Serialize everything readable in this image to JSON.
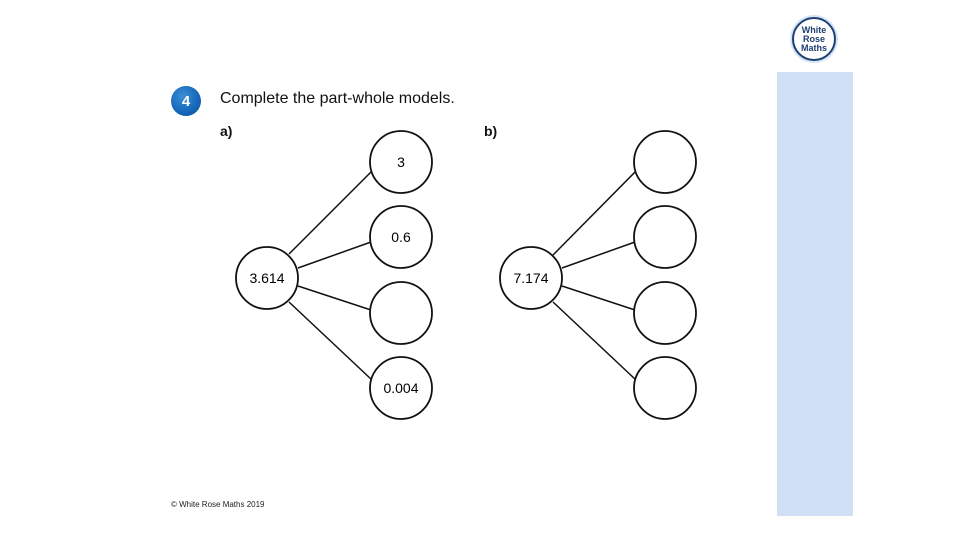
{
  "brand": {
    "logo_lines": [
      "White",
      "Rose",
      "Maths"
    ],
    "colors": {
      "panel": "#cfe0f5",
      "badge": "#1466b8",
      "logo": "#1d3f74"
    }
  },
  "question": {
    "number": "4",
    "text": "Complete the part-whole models."
  },
  "models": [
    {
      "label": "a)",
      "whole": "3.614",
      "parts": [
        "3",
        "0.6",
        "",
        "0.004"
      ]
    },
    {
      "label": "b)",
      "whole": "7.174",
      "parts": [
        "",
        "",
        "",
        ""
      ]
    }
  ],
  "footer": "© White Rose Maths 2019"
}
